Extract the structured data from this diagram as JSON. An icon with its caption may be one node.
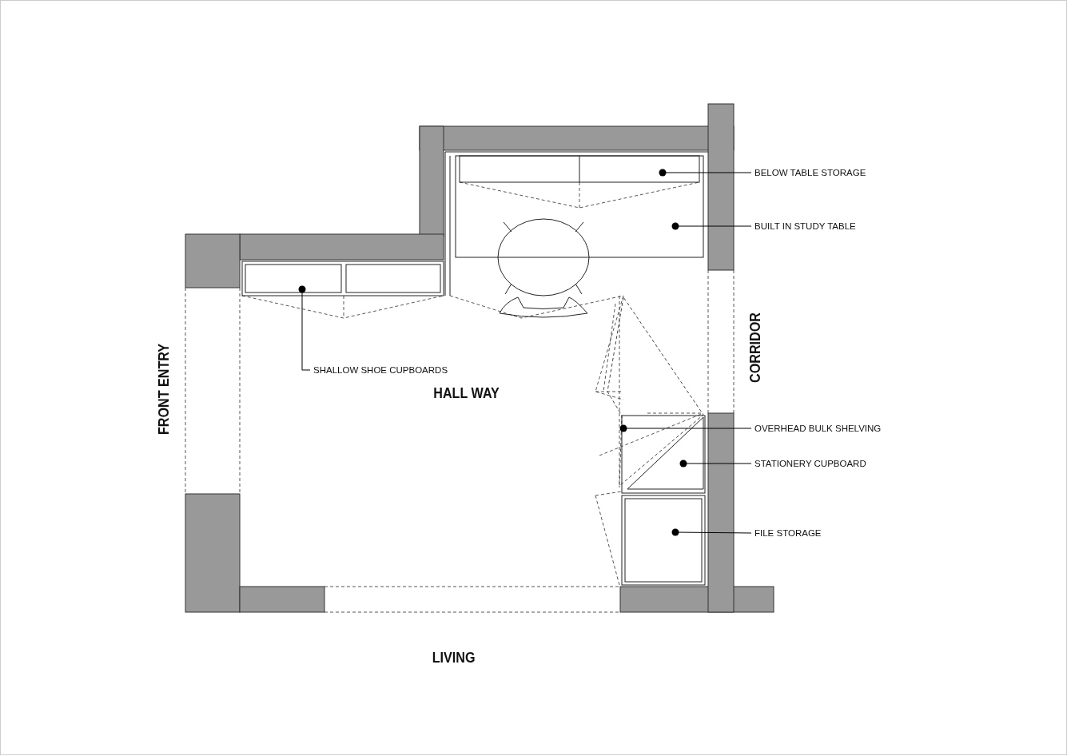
{
  "diagram": {
    "nodes": [
      {
        "text": [
          "BELOW TABLE STORAGE"
        ]
      },
      {
        "text": [
          "BUILT IN STUDY TABLE"
        ]
      },
      {
        "text": [
          "SHALLOW SHOE CUPBOARDS"
        ]
      },
      {
        "text": [
          "OVERHEAD BULK SHELVING"
        ]
      },
      {
        "text": [
          "STATIONERY CUPBOARD"
        ]
      },
      {
        "text": [
          "FILE STORAGE"
        ]
      },
      {
        "text": [],
        "shape": "box",
        "in": 7
      },
      {
        "text": [],
        "shape": "box"
      },
      {
        "text": [],
        "shape": "box"
      },
      {
        "text": [],
        "shape": "box"
      },
      {
        "text": [],
        "shape": "box"
      },
      {
        "text": [],
        "shape": "box"
      }
    ],
    "edges": [
      {
        "from": 0,
        "to": 6,
        "arrow": "other"
      },
      {
        "from": 1,
        "to": 7,
        "arrow": "other"
      },
      {
        "from": 2,
        "to": 8,
        "arrow": "other"
      },
      {
        "from": 3,
        "to": 9,
        "arrow": "other"
      },
      {
        "from": 4,
        "to": 10,
        "arrow": "other"
      },
      {
        "from": 5,
        "to": 11,
        "arrow": "other"
      }
    ],
    "labels": [
      "HALL WAY",
      "FRONT ENTRY",
      "CORRIDOR",
      "LIVING"
    ]
  }
}
